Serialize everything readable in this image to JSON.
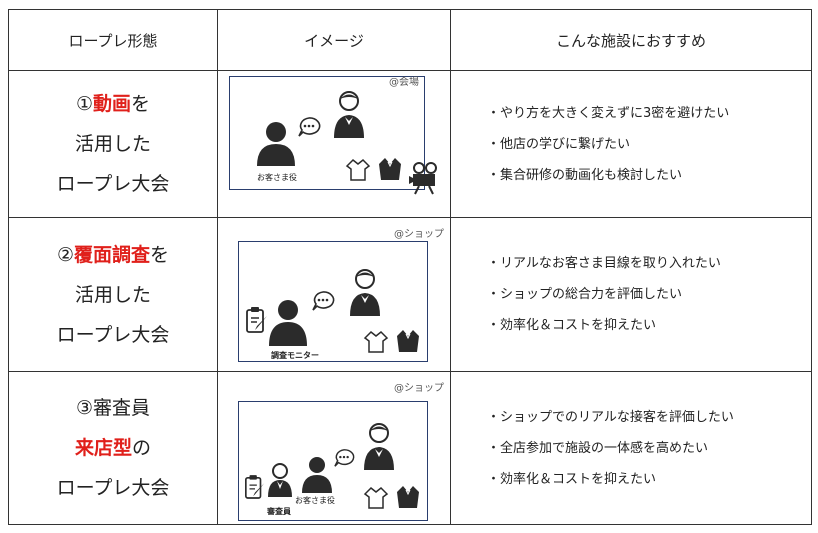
{
  "header": {
    "col1": "ロープレ形態",
    "col2": "イメージ",
    "col3": "こんな施設におすすめ"
  },
  "rows": [
    {
      "title": {
        "num": "①",
        "highlight": "動画",
        "after": "を",
        "line2": "活用した",
        "line3": "ロープレ大会"
      },
      "image": {
        "location": "@会場",
        "role_label": "お客さま役"
      },
      "points": [
        "・やり方を大きく変えずに3密を避けたい",
        "・他店の学びに繋げたい",
        "・集合研修の動画化も検討したい"
      ]
    },
    {
      "title": {
        "num": "②",
        "highlight": "覆面調査",
        "after": "を",
        "line2": "活用した",
        "line3": "ロープレ大会"
      },
      "image": {
        "location": "@ショップ",
        "role_label": "調査モニター"
      },
      "points": [
        "・リアルなお客さま目線を取り入れたい",
        "・ショップの総合力を評価したい",
        "・効率化＆コストを抑えたい"
      ]
    },
    {
      "title": {
        "line1": "③審査員",
        "highlight": "来店型",
        "after": "の",
        "line3": "ロープレ大会"
      },
      "image": {
        "location": "@ショップ",
        "role_label": "お客さま役",
        "judge_label": "審査員"
      },
      "points": [
        "・ショップでのリアルな接客を評価したい",
        "・全店参加で施設の一体感を高めたい",
        "・効率化＆コストを抑えたい"
      ]
    }
  ],
  "colors": {
    "highlight": "#e0201b",
    "frame": "#2a3e6e",
    "figure": "#2b2b2b"
  },
  "icons": [
    "customer-icon",
    "speech-bubble-icon",
    "staff-icon",
    "shirt-icon",
    "jacket-icon",
    "movie-camera-icon",
    "clipboard-icon"
  ]
}
